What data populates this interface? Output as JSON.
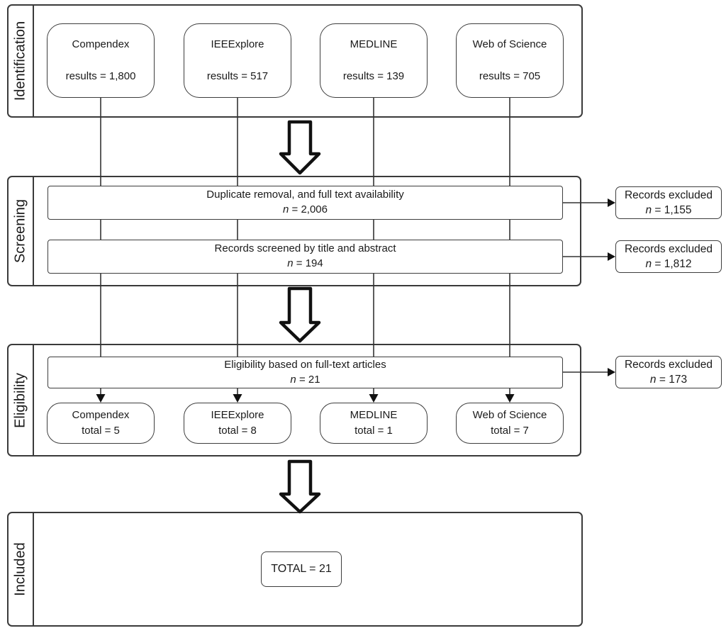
{
  "stages": {
    "identification": "Identification",
    "screening": "Screening",
    "eligibility": "Eligibility",
    "included": "Included"
  },
  "sources": [
    {
      "name": "Compendex",
      "results": "results = 1,800",
      "total": "total = 5"
    },
    {
      "name": "IEEExplore",
      "results": "results = 517",
      "total": "total = 8"
    },
    {
      "name": "MEDLINE",
      "results": "results = 139",
      "total": "total = 1"
    },
    {
      "name": "Web of Science",
      "results": "results = 705",
      "total": "total = 7"
    }
  ],
  "screening": {
    "duplicate_removal": {
      "label": "Duplicate removal, and full text availability",
      "n": "n",
      "value": "= 2,006"
    },
    "title_abstract": {
      "label": "Records screened by title and abstract",
      "n": "n",
      "value": "= 194"
    },
    "excluded_1": {
      "label": "Records excluded",
      "n": "n",
      "value": "= 1,155"
    },
    "excluded_2": {
      "label": "Records excluded",
      "n": "n",
      "value": "= 1,812"
    }
  },
  "eligibility": {
    "fulltext": {
      "label": "Eligibility based on full-text articles",
      "n": "n",
      "value": "= 21"
    },
    "excluded": {
      "label": "Records excluded",
      "n": "n",
      "value": "= 173"
    }
  },
  "included": {
    "total_label": "TOTAL = 21"
  },
  "icons": {
    "flow_arrow": "down-arrow-icon",
    "small_arrow": "arrowhead-icon"
  },
  "colors": {
    "line": "#333333",
    "border": "#3d3d3d",
    "arrow_outline": "#111111",
    "background": "#ffffff",
    "text": "#1a1a1a"
  }
}
